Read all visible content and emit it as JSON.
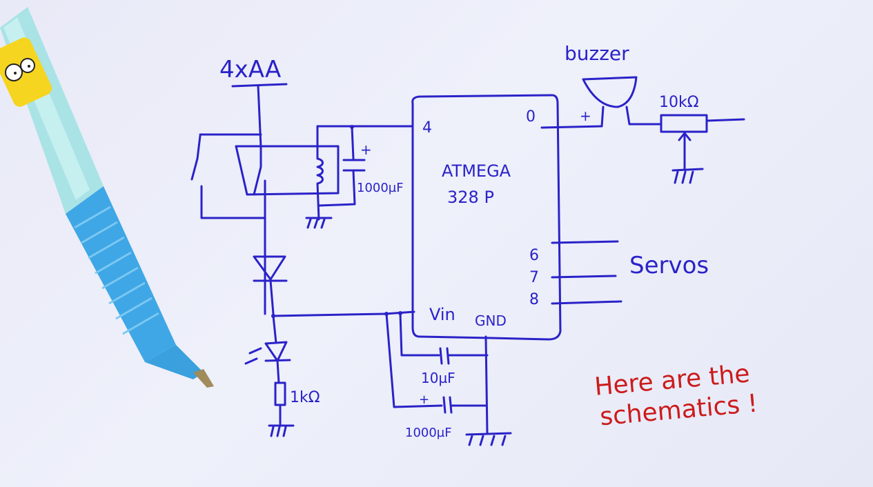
{
  "scene": {
    "title": "Hand-drawn ATmega328P circuit schematic",
    "ink_color": "#2a22c8",
    "caption_color": "#cc1b1b",
    "paper_color": "#eceef9"
  },
  "labels": {
    "power_source": "4xAA",
    "mcu_line1": "ATMEGA",
    "mcu_line2": "328 P",
    "pin_4": "4",
    "pin_0": "0",
    "pin_6": "6",
    "pin_7": "7",
    "pin_8": "8",
    "pin_vin": "Vin",
    "pin_gnd": "GND",
    "relay_cap": "1000µF",
    "relay_cap_polarity": "+",
    "buzzer": "buzzer",
    "buzzer_polarity": "+",
    "potentiometer": "10kΩ",
    "servos": "Servos",
    "led_resistor": "1kΩ",
    "decoupling_cap_small": "10µF",
    "decoupling_cap_large": "1000µF",
    "decoupling_cap_polarity": "+"
  },
  "caption": {
    "line1": "Here are the",
    "line2": "schematics !"
  },
  "objects": {
    "pen": "Blue ballpoint pen with cartoon character print"
  }
}
